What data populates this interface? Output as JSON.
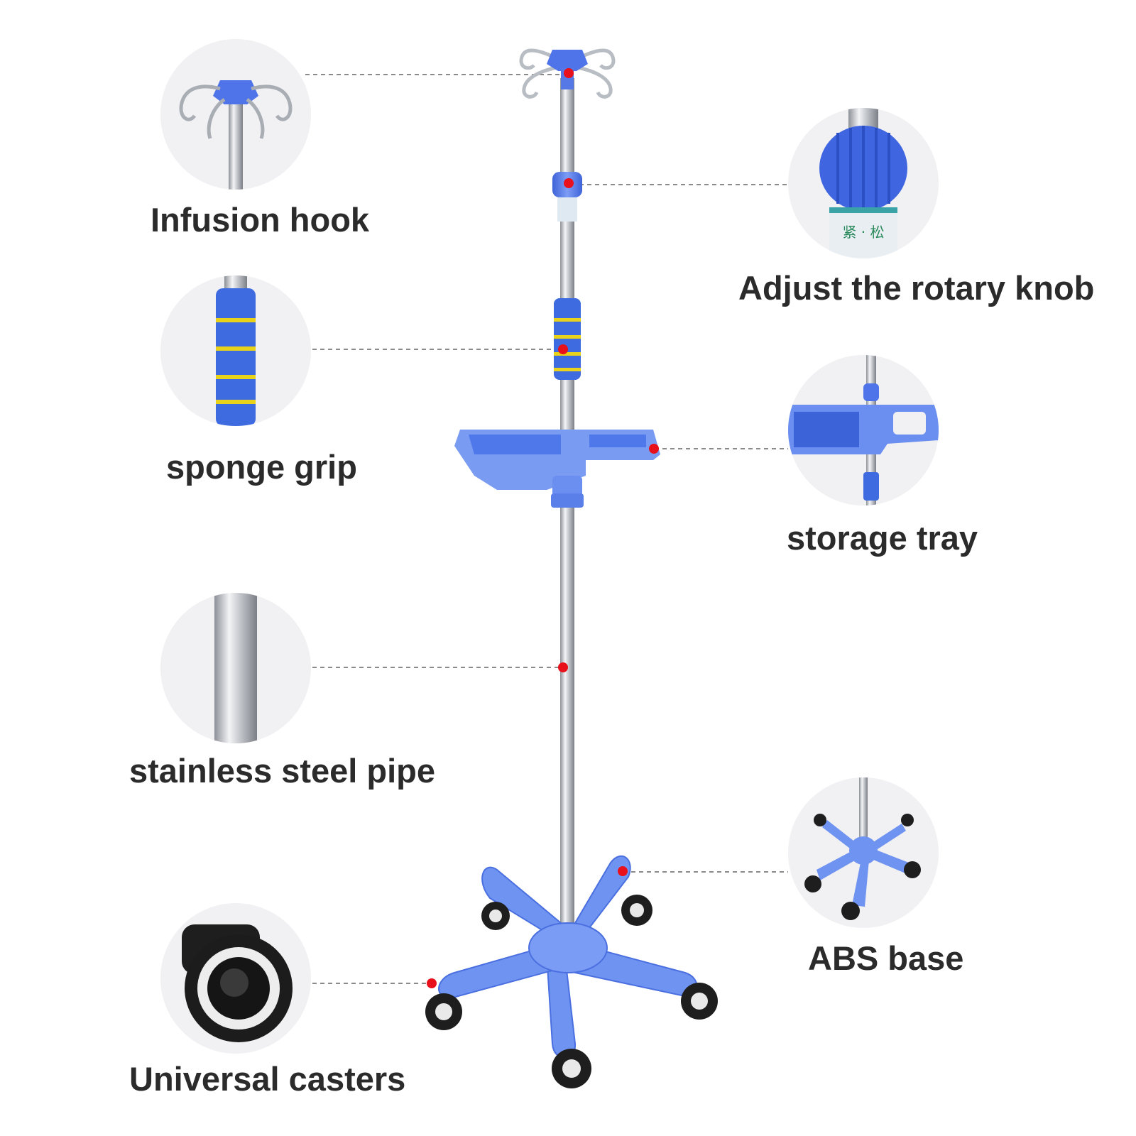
{
  "product": "IV infusion stand",
  "callouts": {
    "infusion_hook": {
      "label": "Infusion hook"
    },
    "rotary_knob": {
      "label": "Adjust the rotary knob",
      "knob_text": "紧 · 松"
    },
    "sponge_grip": {
      "label": "sponge grip"
    },
    "storage_tray": {
      "label": "storage tray"
    },
    "steel_pipe": {
      "label": "stainless steel pipe"
    },
    "abs_base": {
      "label": "ABS base"
    },
    "casters": {
      "label": "Universal casters"
    }
  },
  "colors": {
    "plastic_blue": "#6b8ff0",
    "plastic_blue_dark": "#3d63d8",
    "steel": "#c9ccd2",
    "marker_red": "#e8101a",
    "label_text": "#2b2b2b",
    "circle_bg": "#f1f1f3",
    "grip_stripe": "#e8d21a",
    "leader_line": "#8a8a8a"
  }
}
